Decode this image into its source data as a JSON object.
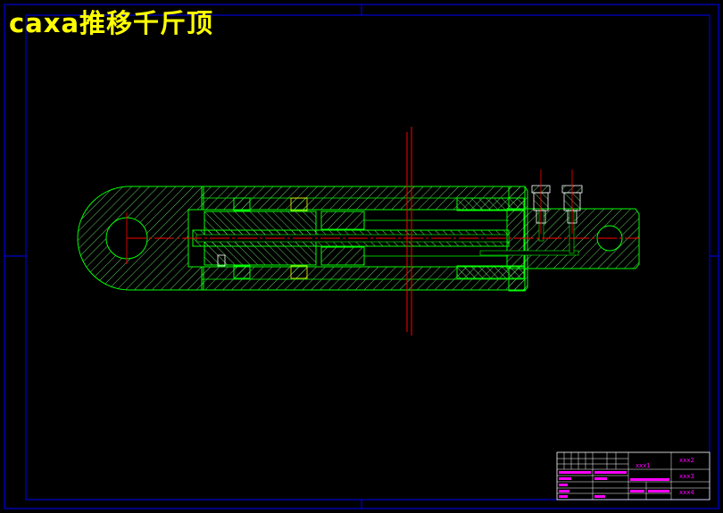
{
  "drawing": {
    "title": "caxa推移千斤顶",
    "background_color": "#000000",
    "colors": {
      "title": "#ffff00",
      "border": "#0000ff",
      "outline": "#00ff00",
      "hatch": "#7fff7f",
      "centerline": "#ff0000",
      "white": "#ffffff",
      "title_block_text": "#ff00ff"
    }
  },
  "title_block": {
    "codes": [
      "xxx1",
      "xxx2",
      "xxx3",
      "xxx4"
    ]
  }
}
